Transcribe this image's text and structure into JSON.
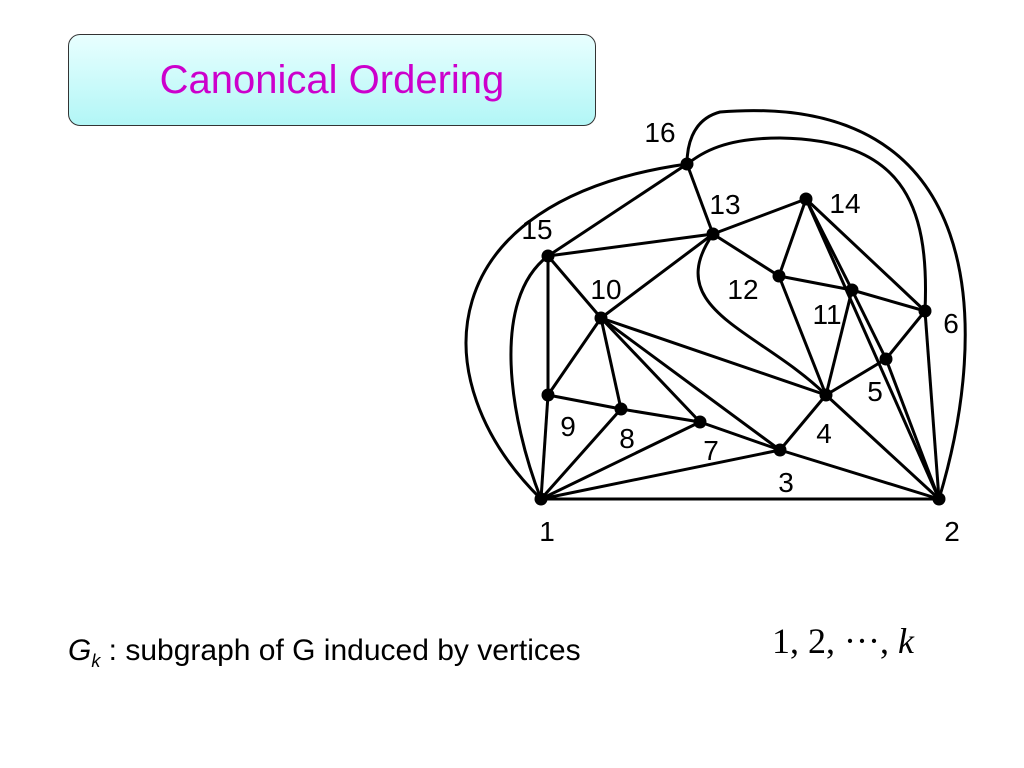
{
  "slide": {
    "title": "Canonical Ordering",
    "caption": {
      "symbol": "G",
      "subscript": "k",
      "text": " : subgraph of G induced by vertices"
    },
    "math": {
      "sequence": "1, 2, ···, ",
      "variable": "k"
    }
  },
  "graph": {
    "vertices": [
      {
        "id": "1",
        "label": "1"
      },
      {
        "id": "2",
        "label": "2"
      },
      {
        "id": "3",
        "label": "3"
      },
      {
        "id": "4",
        "label": "4"
      },
      {
        "id": "5",
        "label": "5"
      },
      {
        "id": "6",
        "label": "6"
      },
      {
        "id": "7",
        "label": "7"
      },
      {
        "id": "8",
        "label": "8"
      },
      {
        "id": "9",
        "label": "9"
      },
      {
        "id": "10",
        "label": "10"
      },
      {
        "id": "11",
        "label": "11"
      },
      {
        "id": "12",
        "label": "12"
      },
      {
        "id": "13",
        "label": "13"
      },
      {
        "id": "14",
        "label": "14"
      },
      {
        "id": "15",
        "label": "15"
      },
      {
        "id": "16",
        "label": "16"
      }
    ],
    "edges": [
      [
        "1",
        "2"
      ],
      [
        "1",
        "3"
      ],
      [
        "1",
        "7"
      ],
      [
        "1",
        "8"
      ],
      [
        "1",
        "9"
      ],
      [
        "1",
        "15"
      ],
      [
        "1",
        "16"
      ],
      [
        "2",
        "3"
      ],
      [
        "2",
        "4"
      ],
      [
        "2",
        "5"
      ],
      [
        "2",
        "6"
      ],
      [
        "2",
        "14"
      ],
      [
        "2",
        "16"
      ],
      [
        "3",
        "4"
      ],
      [
        "3",
        "7"
      ],
      [
        "3",
        "10"
      ],
      [
        "4",
        "5"
      ],
      [
        "4",
        "10"
      ],
      [
        "4",
        "11"
      ],
      [
        "4",
        "12"
      ],
      [
        "4",
        "13"
      ],
      [
        "5",
        "6"
      ],
      [
        "5",
        "11"
      ],
      [
        "6",
        "11"
      ],
      [
        "6",
        "14"
      ],
      [
        "6",
        "16"
      ],
      [
        "7",
        "8"
      ],
      [
        "7",
        "10"
      ],
      [
        "8",
        "9"
      ],
      [
        "8",
        "10"
      ],
      [
        "9",
        "10"
      ],
      [
        "9",
        "15"
      ],
      [
        "10",
        "13"
      ],
      [
        "10",
        "15"
      ],
      [
        "11",
        "12"
      ],
      [
        "11",
        "14"
      ],
      [
        "12",
        "13"
      ],
      [
        "12",
        "14"
      ],
      [
        "13",
        "14"
      ],
      [
        "13",
        "15"
      ],
      [
        "13",
        "16"
      ],
      [
        "15",
        "16"
      ]
    ]
  }
}
